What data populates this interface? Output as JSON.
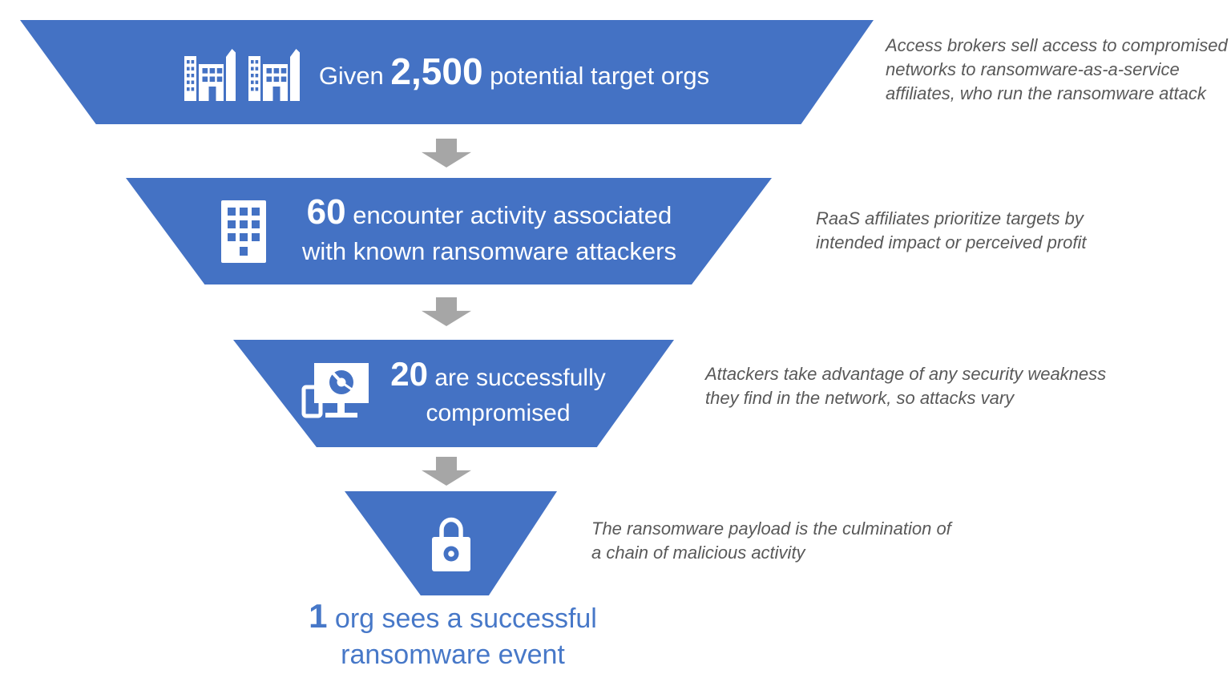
{
  "title": "Ransomware targeting funnel",
  "colors": {
    "funnel_blue": "#4472C4",
    "arrow_gray": "#A6A6A6",
    "annotation_gray": "#595959",
    "result_blue": "#4778C8"
  },
  "funnel": {
    "levels": [
      {
        "icon": "buildings-icon",
        "line1_pre": "Given ",
        "number": "2,500",
        "line1_post": " potential target orgs",
        "line2": ""
      },
      {
        "icon": "building-icon",
        "number": "60",
        "line1_post": " encounter activity associated",
        "line2": "with known ransomware attackers"
      },
      {
        "icon": "compromised-devices-icon",
        "number": "20",
        "line1_post": " are successfully",
        "line2": "compromised"
      },
      {
        "icon": "lock-icon"
      }
    ],
    "result": {
      "number": "1",
      "line1": " org sees a successful",
      "line2": "ransomware event"
    }
  },
  "annotations": [
    {
      "lines": [
        "Access brokers sell access to compromised",
        "networks to ransomware-as-a-service",
        "affiliates, who run the ransomware attack"
      ]
    },
    {
      "lines": [
        "RaaS affiliates prioritize targets by",
        "intended impact or perceived profit"
      ]
    },
    {
      "lines": [
        "Attackers take advantage of any security weakness",
        "they find in the network, so attacks vary"
      ]
    },
    {
      "lines": [
        "The ransomware payload is the culmination of",
        "a chain of malicious activity"
      ]
    }
  ]
}
